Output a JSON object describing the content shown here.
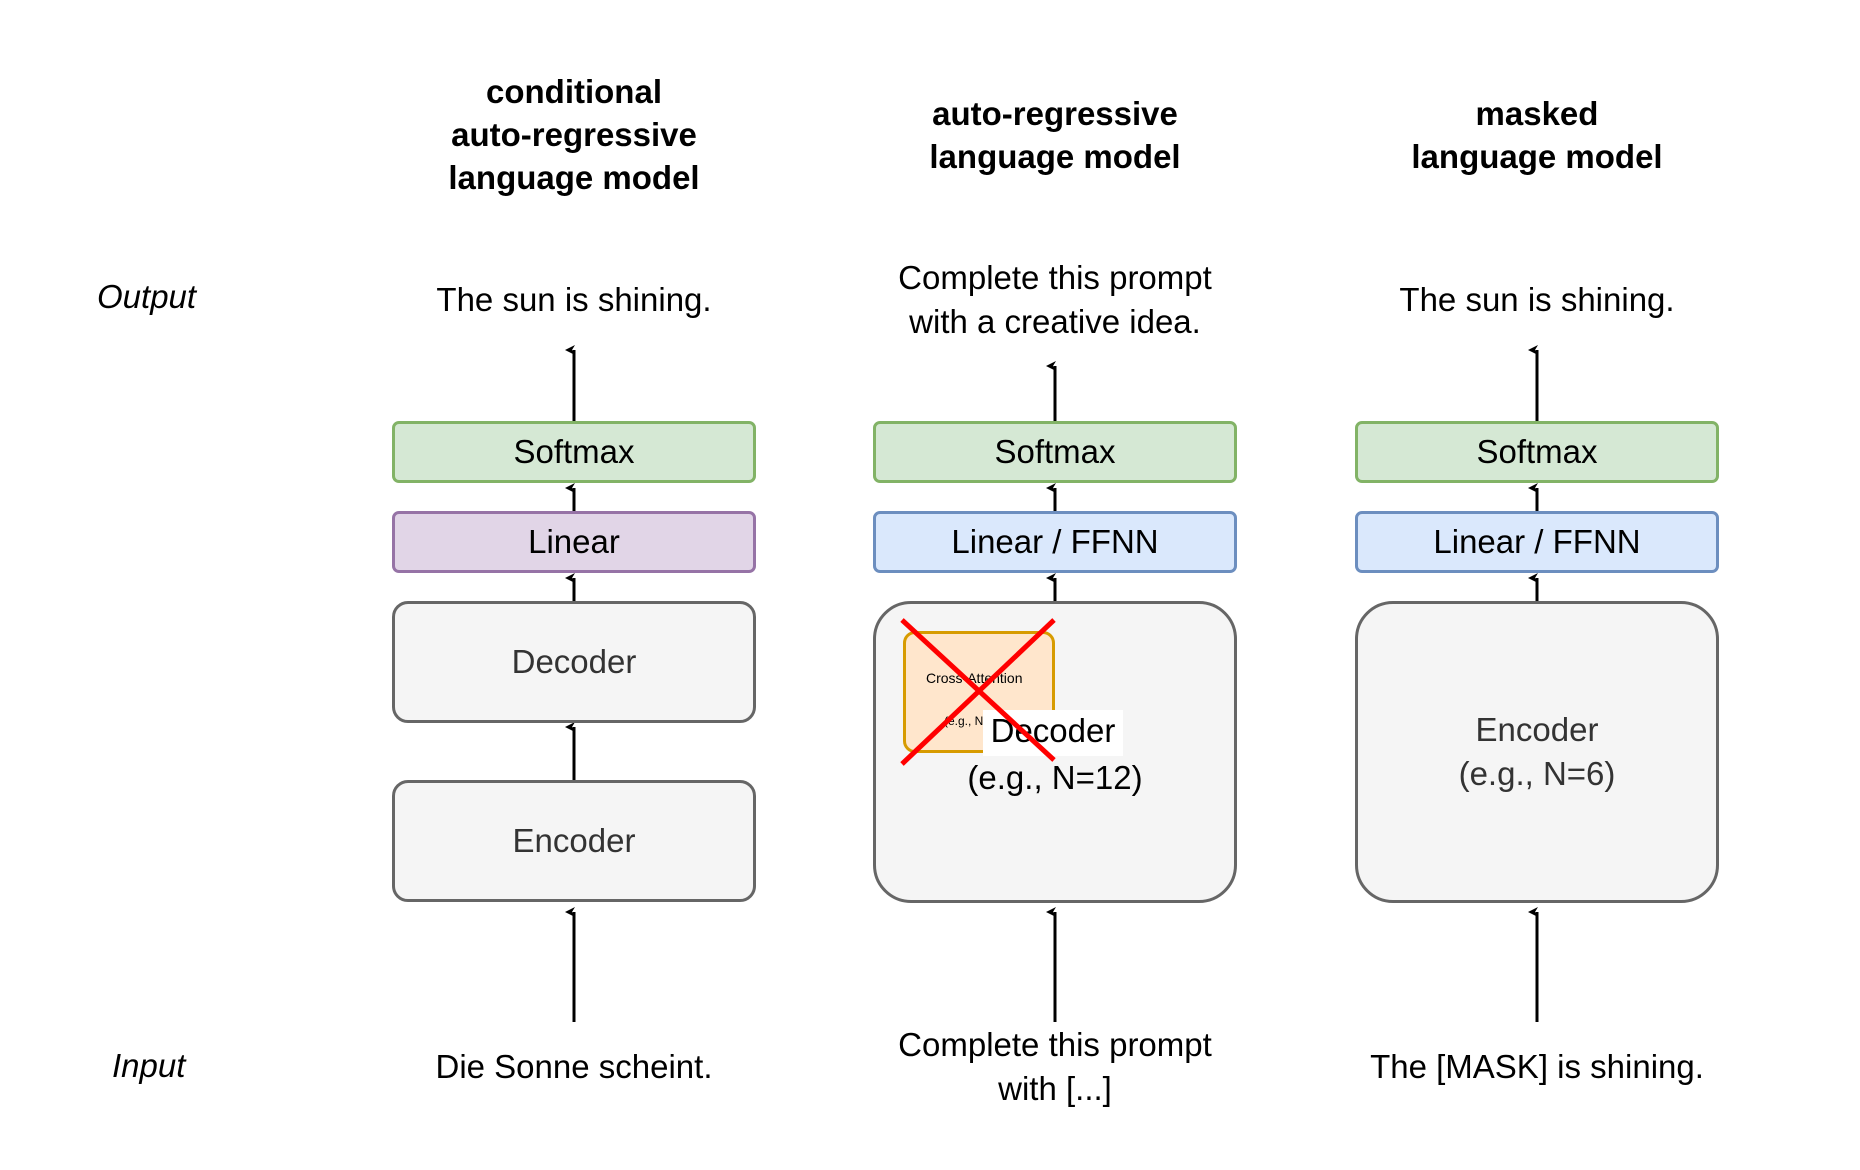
{
  "row_labels": {
    "output": "Output",
    "input": "Input"
  },
  "columns": [
    {
      "id": "conditional",
      "title": [
        "conditional",
        "auto-regressive",
        "language model"
      ],
      "output": [
        "The sun is shining."
      ],
      "softmax": "Softmax",
      "linear": "Linear",
      "decoder": "Decoder",
      "encoder": "Encoder",
      "input": [
        "Die Sonne scheint."
      ]
    },
    {
      "id": "autoregressive",
      "title": [
        "auto-regressive",
        "language model"
      ],
      "output": [
        "Complete this prompt",
        "with a creative idea."
      ],
      "softmax": "Softmax",
      "linear": "Linear / FFNN",
      "decoder": [
        "Decoder",
        "(e.g., N=12)"
      ],
      "cross_attention": {
        "line1": "Cross-Attention",
        "line2": "(e.g., N"
      },
      "input": [
        "Complete this prompt",
        "with [...]"
      ]
    },
    {
      "id": "masked",
      "title": [
        "masked",
        "language model"
      ],
      "output": [
        "The sun is shining."
      ],
      "softmax": "Softmax",
      "linear": "Linear / FFNN",
      "encoder": [
        "Encoder",
        "(e.g., N=6)"
      ],
      "input": [
        "The [MASK] is shining."
      ]
    }
  ],
  "colors": {
    "softmax_fill": "#d5e8d4",
    "softmax_border": "#82b366",
    "linear_purple_fill": "#e1d5e7",
    "linear_purple_border": "#9673a6",
    "linear_blue_fill": "#dae8fc",
    "linear_blue_border": "#6c8ebf",
    "block_fill": "#f5f5f5",
    "block_border": "#666666",
    "cross_fill": "#ffe6cc",
    "cross_border": "#d79b00",
    "cross_mark": "#ff0000"
  }
}
